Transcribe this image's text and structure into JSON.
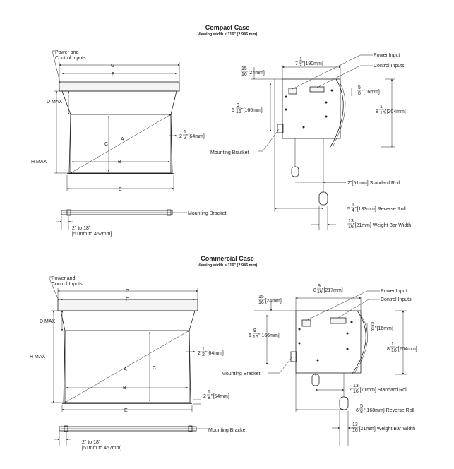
{
  "compact": {
    "title": "Compact Case",
    "subtitle": "Viewing width < 116\" (2,946 mm)",
    "power_label_1": "Power and",
    "power_label_2": "Control Inputs",
    "dim_g": "G",
    "dim_f": "F",
    "dim_d": "D MAX",
    "dim_h": "H MAX",
    "dim_a": "A",
    "dim_b": "B",
    "dim_c": "C",
    "dim_e": "E",
    "drop_whole": "2",
    "drop_num": "1",
    "drop_den": "2",
    "drop_mm": "\"[64mm]",
    "mounting_bracket": "Mounting Bracket",
    "range_1": "2\" to 18\"",
    "range_2": "[51mm to 457mm]",
    "side": {
      "width_whole": "7",
      "width_num": "1",
      "width_den": "2",
      "width_mm": "\"[190mm]",
      "top_num": "15",
      "top_den": "16",
      "top_mm": "\"[24mm]",
      "left_whole": "6",
      "left_num": "9",
      "left_den": "16",
      "left_mm": "\"[166mm]",
      "notch_num": "5",
      "notch_den": "8",
      "notch_mm": "\"[16mm]",
      "right_whole": "8",
      "right_num": "1",
      "right_den": "16",
      "right_mm": "\"[204mm]",
      "power_input": "Power Input",
      "control_inputs": "Control Inputs",
      "mounting_bracket": "Mounting Bracket",
      "standard_roll": "2\"[51mm] Standard Roll",
      "reverse_whole": "5",
      "reverse_num": "1",
      "reverse_den": "4",
      "reverse_mm": "\"[133mm] Reverse Roll",
      "weight_num": "13",
      "weight_den": "16",
      "weight_mm": "\"[21mm] Weight Bar Width"
    }
  },
  "commercial": {
    "title": "Commercial Case",
    "subtitle": "Viewing width > 116\" (2,946 mm)",
    "power_label_1": "Power and",
    "power_label_2": "Control Inputs",
    "dim_g": "G",
    "dim_f": "F",
    "dim_d": "D MAX",
    "dim_h": "H MAX",
    "dim_a": "A",
    "dim_b": "B",
    "dim_c": "C",
    "dim_e": "E",
    "drop_whole": "2",
    "drop_num": "1",
    "drop_den": "2",
    "drop_mm": "\"[64mm]",
    "bar_whole": "2",
    "bar_num": "1",
    "bar_den": "8",
    "bar_mm": "\"[54mm]",
    "mounting_bracket": "Mounting Bracket",
    "range_1": "2\" to 18\"",
    "range_2": "[51mm to 457mm]",
    "side": {
      "width_whole": "8",
      "width_num": "9",
      "width_den": "16",
      "width_mm": "\"[217mm]",
      "top_num": "15",
      "top_den": "16",
      "top_mm": "\"[24mm]",
      "left_whole": "6",
      "left_num": "9",
      "left_den": "16",
      "left_mm": "\"[166mm]",
      "notch_num": "5",
      "notch_den": "8",
      "notch_mm": "\"[16mm]",
      "right_whole": "8",
      "right_num": "1",
      "right_den": "16",
      "right_mm": "\"[204mm]",
      "power_input": "Power Input",
      "control_inputs": "Control Inputs",
      "mounting_bracket": "Mounting Bracket",
      "standard_whole": "2",
      "standard_num": "13",
      "standard_den": "16",
      "standard_mm": "\"[71mm] Standard Roll",
      "reverse_whole": "6",
      "reverse_num": "5",
      "reverse_den": "8",
      "reverse_mm": "\"[168mm] Reverse Roll",
      "weight_num": "13",
      "weight_den": "16",
      "weight_mm": "\"[21mm] Weight Bar Width"
    }
  }
}
